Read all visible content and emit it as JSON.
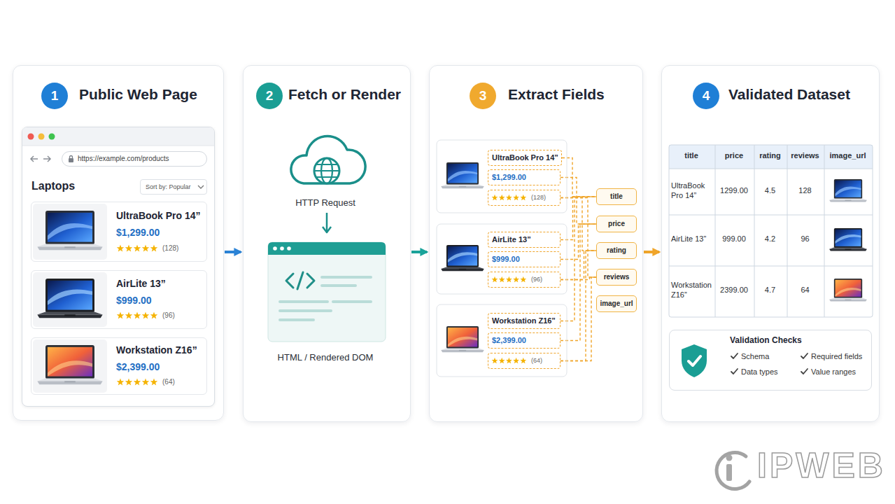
{
  "diagram": {
    "nodes": [
      {
        "text": [
          "Public Web Page"
        ]
      },
      {
        "text": [
          "1"
        ],
        "in": 0
      },
      {
        "text": [
          "Laptops"
        ],
        "in": 0
      },
      {
        "text": [
          "https://example.com/products"
        ],
        "in": 2
      },
      {
        "text": [
          "Sort by: Popular"
        ],
        "in": 2
      },
      {
        "text": [
          "UltraBook Pro 14”",
          "$1,299.00",
          "(128)"
        ],
        "in": 2
      },
      {
        "text": [
          "AirLite 13”",
          "$999.00",
          "(96)"
        ],
        "in": 2
      },
      {
        "text": [
          "Workstation Z16”",
          "$2,399.00",
          "(64)"
        ],
        "in": 2
      },
      {
        "text": [
          "Fetch or Render"
        ]
      },
      {
        "text": [
          "2"
        ],
        "in": 8
      },
      {
        "text": [
          "Extract Fields"
        ]
      },
      {
        "text": [
          "3"
        ],
        "in": 10
      },
      {
        "text": [
          "UltraBook Pro 14”"
        ],
        "in": 10
      },
      {
        "text": [
          "$1,299.00"
        ],
        "in": 10
      },
      {
        "text": [
          "(128)"
        ],
        "in": 10
      },
      {
        "text": [
          "AirLite 13”"
        ],
        "in": 10
      },
      {
        "text": [
          "$999.00"
        ],
        "in": 10
      },
      {
        "text": [
          "(96)"
        ],
        "in": 10
      },
      {
        "text": [
          "Workstation Z16”"
        ],
        "in": 10
      },
      {
        "text": [
          "$2,399.00"
        ],
        "in": 10
      },
      {
        "text": [
          "(64)"
        ],
        "in": 10
      },
      {
        "text": [
          "title"
        ],
        "in": 10
      },
      {
        "text": [
          "price"
        ],
        "in": 10
      },
      {
        "text": [
          "rating"
        ],
        "in": 10
      },
      {
        "text": [
          "reviews"
        ],
        "in": 10
      },
      {
        "text": [
          "image_url"
        ],
        "in": 10
      },
      {
        "text": [
          "Validated Dataset"
        ]
      },
      {
        "text": [
          "4"
        ],
        "in": 26
      },
      {
        "text": [
          "Validation Checks",
          "Schema",
          "Required fields",
          "Data types",
          "Value ranges"
        ],
        "in": 26
      }
    ],
    "edges": [
      {
        "from": 0,
        "to": 8,
        "arrow": "to"
      },
      {
        "from": 8,
        "to": 10,
        "arrow": "to"
      },
      {
        "from": 10,
        "to": 26,
        "arrow": "to"
      },
      {
        "from": 12,
        "to": 21,
        "arrow": "none"
      },
      {
        "from": 15,
        "to": 21,
        "arrow": "none"
      },
      {
        "from": 18,
        "to": 21,
        "arrow": "none"
      },
      {
        "from": 13,
        "to": 22,
        "arrow": "none"
      },
      {
        "from": 16,
        "to": 22,
        "arrow": "none"
      },
      {
        "from": 19,
        "to": 22,
        "arrow": "none"
      },
      {
        "from": 14,
        "to": 23,
        "arrow": "none"
      },
      {
        "from": 17,
        "to": 23,
        "arrow": "none"
      },
      {
        "from": 20,
        "to": 23,
        "arrow": "none"
      },
      {
        "from": 14,
        "to": 24,
        "arrow": "none"
      },
      {
        "from": 17,
        "to": 24,
        "arrow": "none"
      },
      {
        "from": 20,
        "to": 24,
        "arrow": "none"
      }
    ],
    "labels": [
      "HTTP Request",
      "HTML / Rendered DOM",
      "title",
      "price",
      "rating",
      "reviews",
      "image_url",
      "UltraBook Pro 14”",
      "1299.00",
      "4.5",
      "128",
      "AirLite 13”",
      "999.00",
      "4.2",
      "96",
      "Workstation Z16”",
      "2399.00",
      "4.7",
      "64",
      "IPWEB"
    ]
  }
}
